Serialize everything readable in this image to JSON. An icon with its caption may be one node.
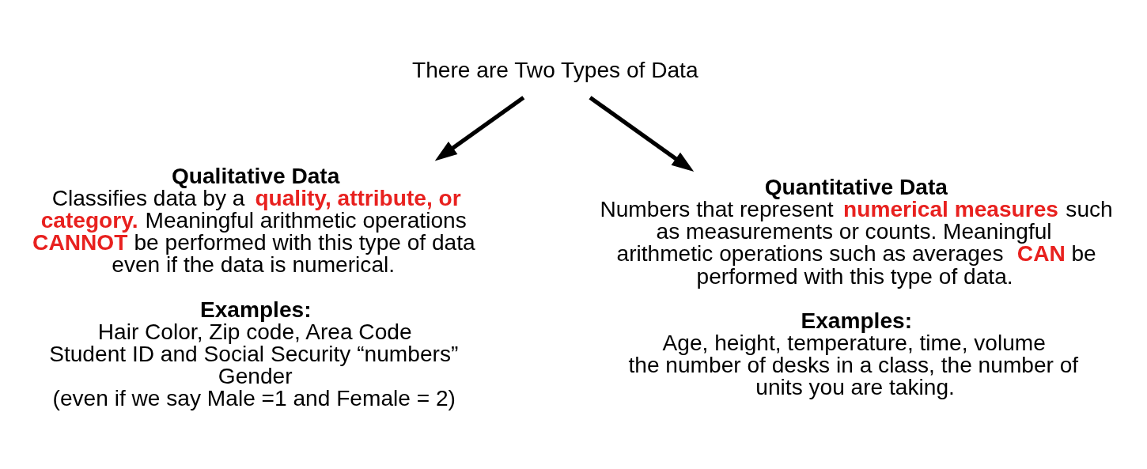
{
  "diagram": {
    "nodes": [
      {
        "text": [
          "There are Two Types of Data"
        ]
      },
      {
        "text": [
          "Qualitative Data",
          "Classifies data by a **quality, attribute, or category.** Meaningful arithmetic operations **CANNOT** be performed with this type of data even if the data is numerical.",
          "Examples:",
          "Hair Color, Zip code, Area Code",
          "Student ID and Social Security “numbers”",
          "Gender",
          "(even if we say Male =1 and Female = 2)"
        ]
      },
      {
        "text": [
          "Quantitative Data",
          "Numbers that represent **numerical measures** such as measurements or counts. Meaningful arithmetic operations such as averages **CAN** be performed with this type of data.",
          "Examples:",
          "Age, height, temperature, time, volume",
          "the number of desks in a class, the number of units you are taking."
        ]
      }
    ],
    "edges": [
      {
        "from": 0,
        "to": 1,
        "arrow": "to"
      },
      {
        "from": 0,
        "to": 2,
        "arrow": "to"
      }
    ]
  }
}
